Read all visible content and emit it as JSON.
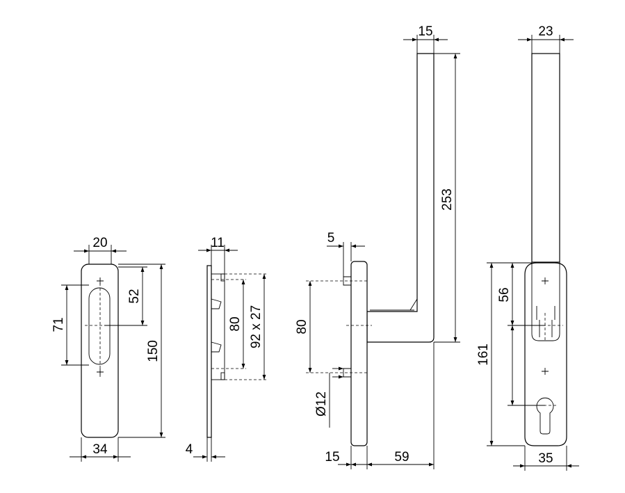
{
  "drawing": {
    "dims": {
      "front_width_top": "20",
      "front_slot_length": "71",
      "front_hole_offset": "52",
      "front_height": "150",
      "front_width": "34",
      "side_thickness_top": "11",
      "side_spacing": "80",
      "side_cutout": "92 x 27",
      "side_thickness": "4",
      "handle_top_width": "15",
      "handle_length": "253",
      "handle_spindle": "5",
      "handle_spacing": "80",
      "handle_diameter": "Ø12",
      "handle_base": "15",
      "handle_projection": "59",
      "back_top_width": "23",
      "back_offset": "56",
      "back_height": "161",
      "back_width": "35"
    }
  }
}
